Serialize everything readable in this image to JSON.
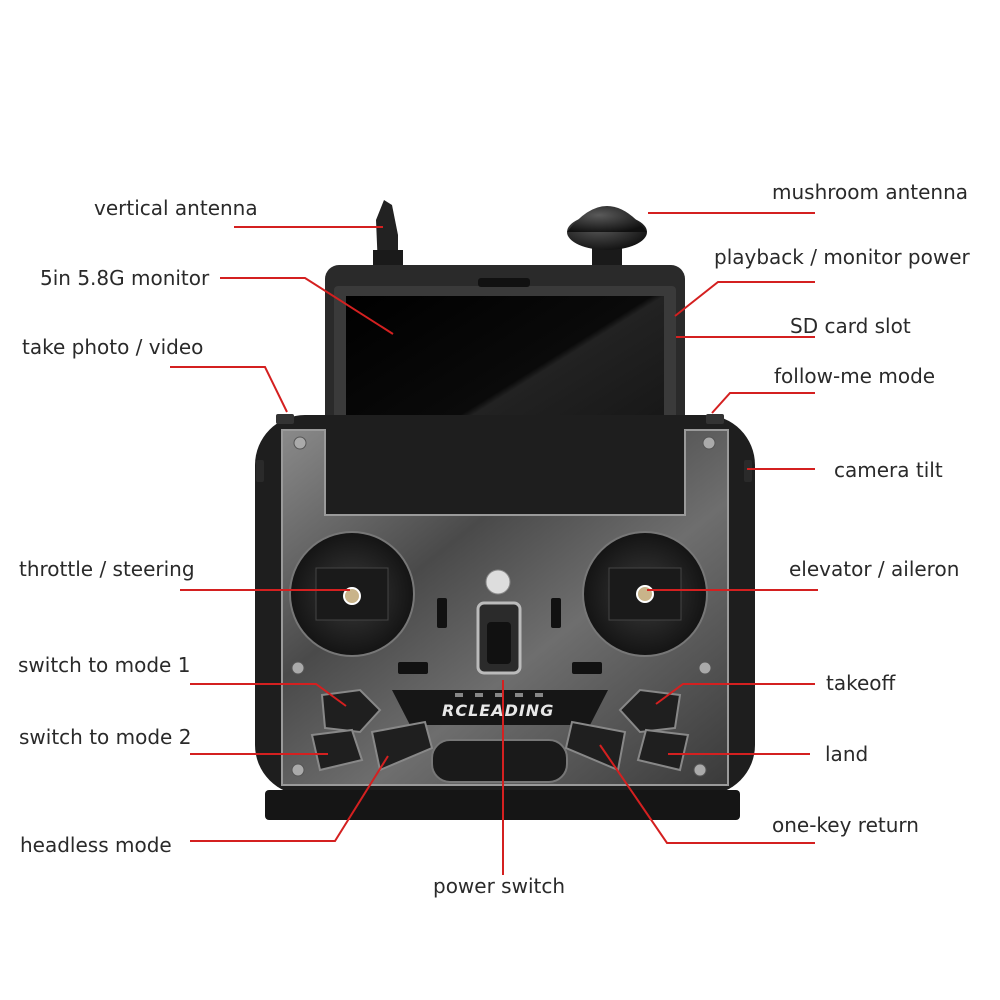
{
  "labels": {
    "vertical_antenna": "vertical antenna",
    "monitor": "5in 5.8G monitor",
    "take_photo_video": "take photo / video",
    "throttle_steering": "throttle / steering",
    "switch_mode_1": "switch to mode 1",
    "switch_mode_2": "switch to mode 2",
    "headless_mode": "headless mode",
    "power_switch": "power switch",
    "mushroom_antenna": "mushroom antenna",
    "playback_monitor_power": "playback / monitor power",
    "sd_card_slot": "SD card slot",
    "follow_me_mode": "follow-me mode",
    "camera_tilt": "camera tilt",
    "elevator_aileron": "elevator / aileron",
    "takeoff": "takeoff",
    "land": "land",
    "one_key_return": "one-key return"
  },
  "brand": "RCLEADING",
  "colors": {
    "leader_line": "#d42020",
    "body": "#1e1e1e",
    "faceplate": "#5a5a5a",
    "screen": "#050505"
  }
}
